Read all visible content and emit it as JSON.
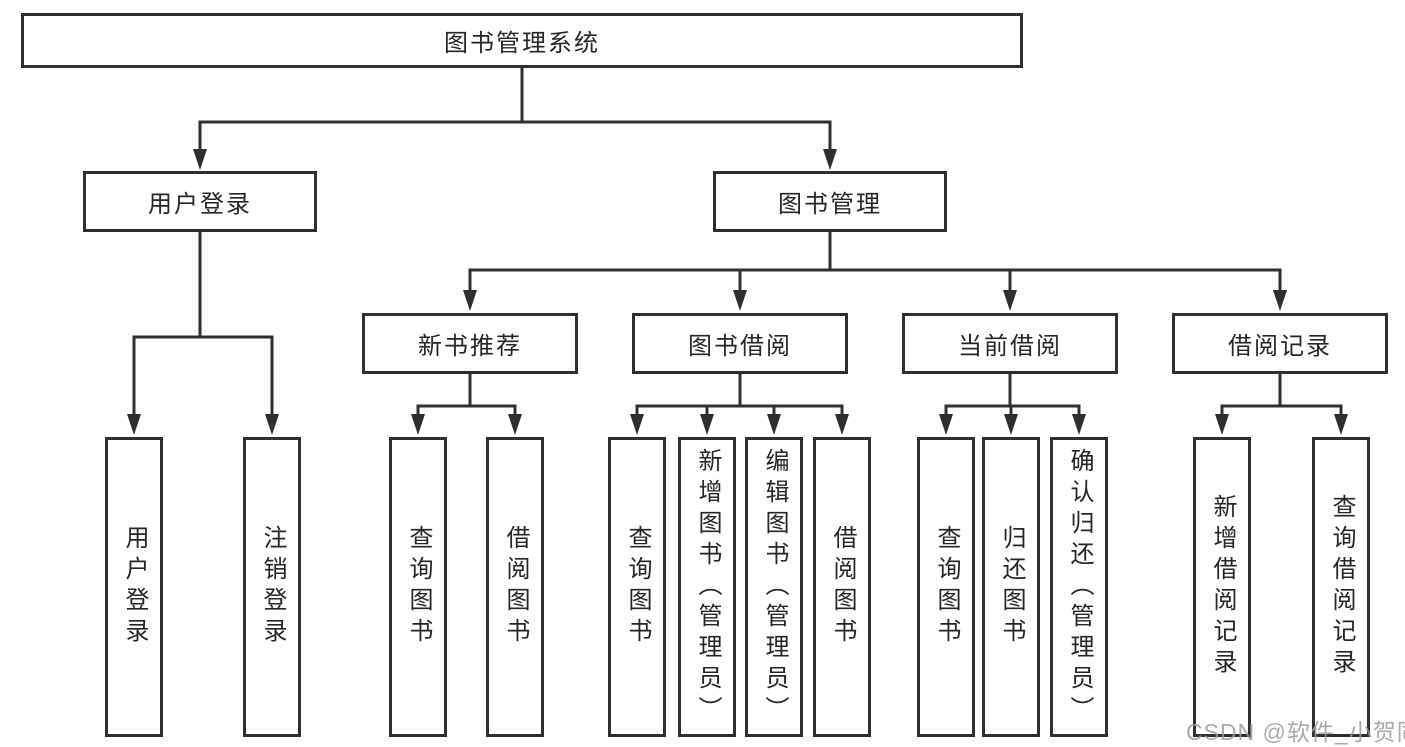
{
  "diagram_type": "hierarchy-tree",
  "tree": {
    "label": "图书管理系统",
    "children": [
      {
        "label": "用户登录",
        "children": [
          {
            "label": "用户登录"
          },
          {
            "label": "注销登录"
          }
        ]
      },
      {
        "label": "图书管理",
        "children": [
          {
            "label": "新书推荐",
            "children": [
              {
                "label": "查询图书"
              },
              {
                "label": "借阅图书"
              }
            ]
          },
          {
            "label": "图书借阅",
            "children": [
              {
                "label": "查询图书"
              },
              {
                "label": "新增图书（管理员）"
              },
              {
                "label": "编辑图书（管理员）"
              },
              {
                "label": "借阅图书"
              }
            ]
          },
          {
            "label": "当前借阅",
            "children": [
              {
                "label": "查询图书"
              },
              {
                "label": "归还图书"
              },
              {
                "label": "确认归还（管理员）"
              }
            ]
          },
          {
            "label": "借阅记录",
            "children": [
              {
                "label": "新增借阅记录"
              },
              {
                "label": "查询借阅记录"
              }
            ]
          }
        ]
      }
    ]
  },
  "watermark": {
    "text": "CSDN @软件_小贺同学"
  },
  "colors": {
    "line": "#2f2f2f",
    "box_border": "#2f2f2f",
    "text": "#262626",
    "watermark": "#9c9c9c",
    "background": "#ffffff"
  }
}
